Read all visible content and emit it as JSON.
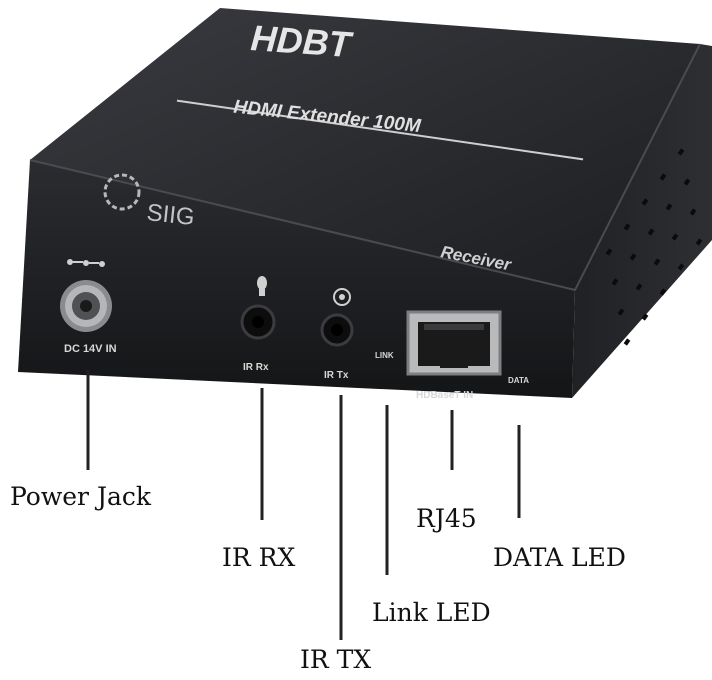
{
  "device": {
    "brand_logo": "HDBT",
    "product_line": "HDMI Extender 100M",
    "maker_logo": "SIIG",
    "unit_type": "Receiver",
    "port_labels": {
      "power": "DC 14V IN",
      "ir_rx": "IR Rx",
      "ir_tx": "IR Tx",
      "link": "LINK",
      "hdbt_in": "HDBaseT IN",
      "data": "DATA"
    }
  },
  "callouts": {
    "power_jack": "Power  Jack",
    "ir_rx": "IR  RX",
    "ir_tx": "IR TX",
    "link_led": "Link LED",
    "rj45": "RJ45",
    "data_led": "DATA LED"
  },
  "colors": {
    "device_body": "#1e1f22",
    "device_top": "#2a2b2f",
    "label_text": "#d8d8d8",
    "leader_line": "#222222"
  },
  "icons": {
    "power_polarity": "dc-polarity-icon",
    "ir_receiver": "ir-bulb-icon",
    "ir_transmitter": "ir-eye-icon"
  }
}
